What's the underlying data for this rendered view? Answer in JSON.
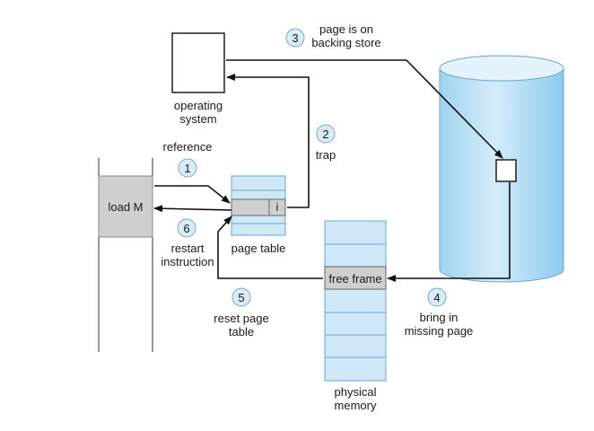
{
  "diagram": {
    "labels": {
      "operating_system_l1": "operating",
      "operating_system_l2": "system",
      "reference": "reference",
      "load_m": "load M",
      "restart_l1": "restart",
      "restart_l2": "instruction",
      "page_table": "page table",
      "page_table_bit": "i",
      "trap": "trap",
      "backing_store_l1": "page is on",
      "backing_store_l2": "backing store",
      "free_frame": "free frame",
      "reset_l1": "reset page",
      "reset_l2": "table",
      "bring_l1": "bring in",
      "bring_l2": "missing page",
      "physical_l1": "physical",
      "physical_l2": "memory"
    },
    "steps": {
      "s1": "1",
      "s2": "2",
      "s3": "3",
      "s4": "4",
      "s5": "5",
      "s6": "6"
    },
    "colors": {
      "disk_fill": "#b9dff5",
      "disk_top": "#d9eefa",
      "page_table_fill": "#cfe8f7",
      "memory_fill": "#cfe8f7",
      "gray_cell": "#cfcfcf",
      "circle_fill": "#d8ecf8"
    }
  }
}
